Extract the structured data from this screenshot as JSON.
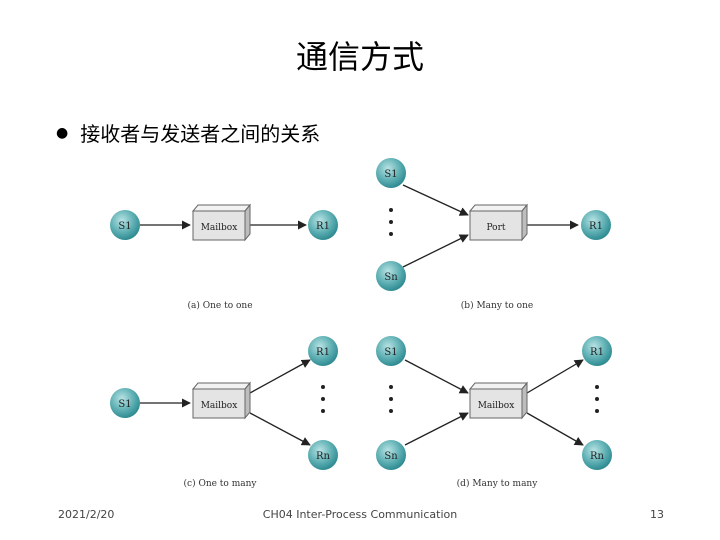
{
  "slide": {
    "title": "通信方式",
    "bullet": "接收者与发送者之间的关系"
  },
  "figure": {
    "panel_a": {
      "sender": "S1",
      "box": "Mailbox",
      "receiver": "R1",
      "caption": "(a) One to one"
    },
    "panel_b": {
      "sender_top": "S1",
      "sender_bottom": "Sn",
      "box": "Port",
      "receiver": "R1",
      "caption": "(b) Many to one"
    },
    "panel_c": {
      "sender": "S1",
      "box": "Mailbox",
      "receiver_top": "R1",
      "receiver_bottom": "Rn",
      "caption": "(c) One to many"
    },
    "panel_d": {
      "sender_top": "S1",
      "sender_bottom": "Sn",
      "box": "Mailbox",
      "receiver_top": "R1",
      "receiver_bottom": "Rn",
      "caption": "(d) Many to many"
    }
  },
  "footer": {
    "date": "2021/2/20",
    "course": "CH04 Inter-Process Communication",
    "page": "13"
  },
  "colors": {
    "node_fill": "#5fb0b4",
    "box_fill": "#e4e4e4"
  }
}
